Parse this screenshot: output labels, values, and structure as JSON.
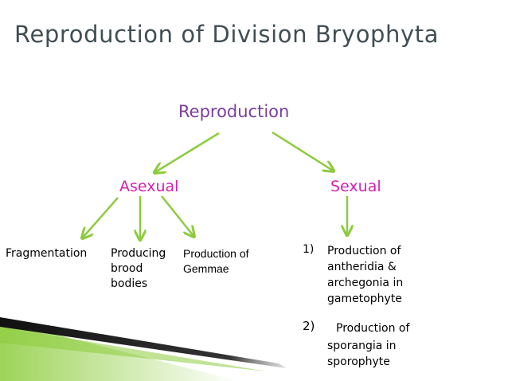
{
  "slide": {
    "title": "Reproduction of Division Bryophyta"
  },
  "diagram": {
    "root": "Reproduction",
    "asexual": "Asexual",
    "sexual": "Sexual",
    "asexual_children": {
      "fragmentation": "Fragmentation",
      "brood": "Producing\nbrood\nbodies",
      "gemmae": "Production of\nGemmae"
    },
    "sexual_list": {
      "item1_number": "1)",
      "item1_text": "Production of\nantheridia &\narchegonia in\ngametophyte",
      "item2_number": "2)",
      "item2_line1": "Production of",
      "item2_rest": "sporangia in\nsporophyte"
    }
  },
  "colors": {
    "title": "#404e54",
    "root_label": "#7a3e9d",
    "branch_label": "#d61fb2",
    "arrow": "#8ccc3c",
    "corner_dark": "#1a1a1a",
    "corner_green": "#8ccc3c"
  }
}
